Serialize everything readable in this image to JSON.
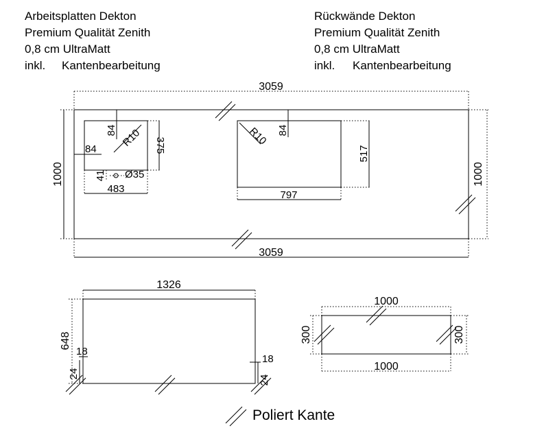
{
  "header_left": {
    "line1": "Arbeitsplatten Dekton",
    "line2": "Premium Qualität Zenith",
    "line3": "0,8 cm UltraMatt",
    "line4_a": "inkl.",
    "line4_b": "Kantenbearbeitung"
  },
  "header_right": {
    "line1": "Rückwände Dekton",
    "line2": "Premium Qualität Zenith",
    "line3": "0,8 cm UltraMatt",
    "line4_a": "inkl.",
    "line4_b": "Kantenbearbeitung"
  },
  "worktop": {
    "width_top": "3059",
    "width_bottom": "3059",
    "height_left": "1000",
    "height_right": "1000",
    "sink_offset_top": "84",
    "sink_offset_left": "84",
    "sink_radius": "R10",
    "sink_depth": "375",
    "tap_offset": "41",
    "tap_hole": "Ø35",
    "sink_width": "483",
    "hob_radius": "R10",
    "hob_offset_top": "84",
    "hob_depth": "517",
    "hob_width": "797"
  },
  "panel_left": {
    "width": "1326",
    "height": "648",
    "notch_left_w": "18",
    "notch_left_h": "24",
    "notch_right_w": "18",
    "notch_right_h": "24"
  },
  "panel_right": {
    "width_top": "1000",
    "width_bottom": "1000",
    "height_left": "300",
    "height_right": "300"
  },
  "legend": {
    "label": "Poliert Kante"
  }
}
